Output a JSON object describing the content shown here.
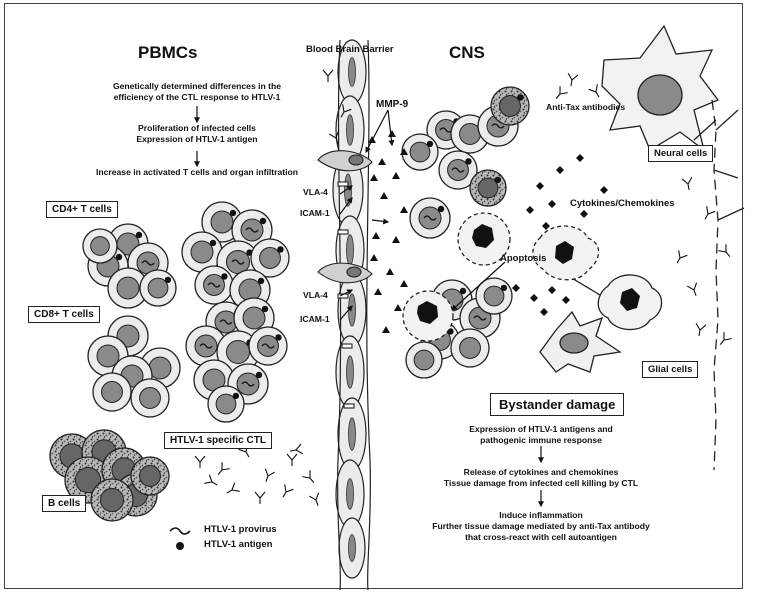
{
  "headers": {
    "pbmc": "PBMCs",
    "bbb": "Blood Brain Barrier",
    "cns": "CNS"
  },
  "pbmc_flow": {
    "step1_line1": "Genetically determined differences in the",
    "step1_line2": "efficiency of the CTL response to HTLV-1",
    "step2_line1": "Proliferation of infected cells",
    "step2_line2": "Expression of HTLV-1 antigen",
    "step3": "Increase in activated T cells and organ infiltration"
  },
  "cell_boxes": {
    "cd4": "CD4+ T cells",
    "cd8": "CD8+ T cells",
    "b_cells": "B cells",
    "htlv_ctl": "HTLV-1 specific CTL"
  },
  "legend": {
    "provirus": "HTLV-1 provirus",
    "antigen": "HTLV-1 antigen"
  },
  "barrier_labels": {
    "mmp9": "MMP-9",
    "vla4_top": "VLA-4",
    "icam1_top": "ICAM-1",
    "vla4_bottom": "VLA-4",
    "icam1_bottom": "ICAM-1"
  },
  "cns_labels": {
    "anti_tax": "Anti-Tax antibodies",
    "neural": "Neural cells",
    "cytokines": "Cytokines/Chemokines",
    "apoptosis": "Apoptosis",
    "glial": "Glial cells",
    "bystander": "Bystander damage"
  },
  "cns_flow": {
    "step1_line1": "Expression of HTLV-1 antigens and",
    "step1_line2": "pathogenic immune response",
    "step2_line1": "Release of cytokines and chemokines",
    "step2_line2": "Tissue damage from infected cell killing by CTL",
    "step3_line1": "Induce inflammation",
    "step3_line2": "Further tissue damage mediated by anti-Tax antibody",
    "step3_line3": "that cross-react with cell autoantigen"
  }
}
